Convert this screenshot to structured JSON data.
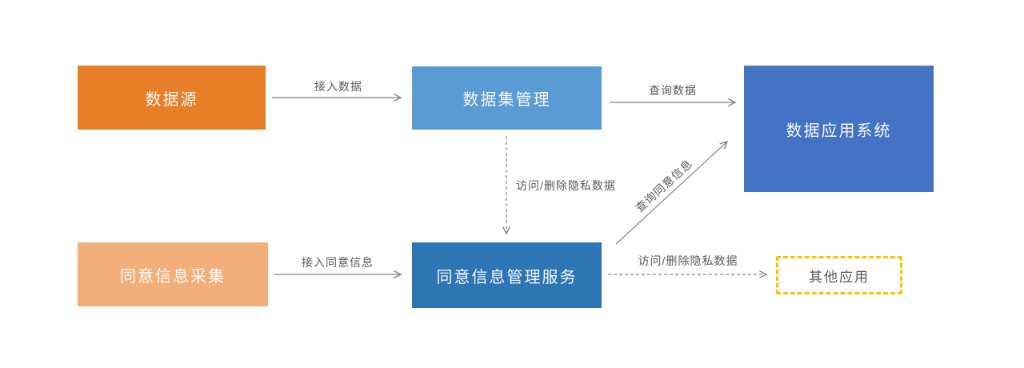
{
  "diagram": {
    "type": "flowchart",
    "background": "#FFFFFF",
    "nodes": [
      {
        "id": "data-source",
        "label": "数据源",
        "fill": "#E87E28",
        "text_color": "#FFFFFF"
      },
      {
        "id": "dataset-mgmt",
        "label": "数据集管理",
        "fill": "#5B9BD5",
        "text_color": "#FFFFFF"
      },
      {
        "id": "data-app-system",
        "label": "数据应用系统",
        "fill": "#4472C4",
        "text_color": "#FFFFFF"
      },
      {
        "id": "consent-collect",
        "label": "同意信息采集",
        "fill": "#F2AE7B",
        "text_color": "#FFFFFF"
      },
      {
        "id": "consent-service",
        "label": "同意信息管理服务",
        "fill": "#2E75B6",
        "text_color": "#FFFFFF"
      },
      {
        "id": "other-app",
        "label": "其他应用",
        "fill": "#FFFFFF",
        "border": "#FFC000",
        "border_style": "dashed",
        "text_color": "#595959"
      }
    ],
    "edges": [
      {
        "from": "data-source",
        "to": "dataset-mgmt",
        "label": "接入数据",
        "style": "solid",
        "direction": "right"
      },
      {
        "from": "dataset-mgmt",
        "to": "data-app-system",
        "label": "查询数据",
        "style": "solid",
        "direction": "right"
      },
      {
        "from": "dataset-mgmt",
        "to": "consent-service",
        "label": "访问/删除隐私数据",
        "style": "dashed",
        "direction": "down"
      },
      {
        "from": "consent-service",
        "to": "data-app-system",
        "label": "查询同意信息",
        "style": "solid",
        "direction": "diagonal-up-right"
      },
      {
        "from": "consent-collect",
        "to": "consent-service",
        "label": "接入同意信息",
        "style": "solid",
        "direction": "right"
      },
      {
        "from": "consent-service",
        "to": "other-app",
        "label": "访问/删除隐私数据",
        "style": "dashed",
        "direction": "right"
      }
    ],
    "arrow_color": "#858585",
    "edge_label_color": "#595959"
  }
}
